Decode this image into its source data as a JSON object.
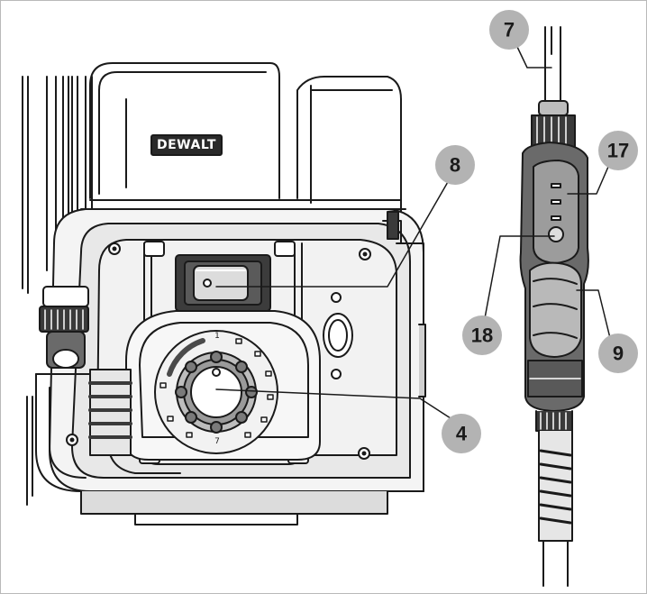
{
  "brand": {
    "logo_text": "DEWALT"
  },
  "dial": {
    "numbers": [
      "1",
      "7"
    ]
  },
  "callouts": [
    {
      "id": "7",
      "label": "7"
    },
    {
      "id": "8",
      "label": "8"
    },
    {
      "id": "17",
      "label": "17"
    },
    {
      "id": "18",
      "label": "18"
    },
    {
      "id": "9",
      "label": "9"
    },
    {
      "id": "4",
      "label": "4"
    }
  ],
  "colors": {
    "callout_fill": "#b3b3b3",
    "line": "#1a1a1a",
    "body_gray": "#e6e6e6",
    "dark_gray": "#4a4a4a"
  }
}
